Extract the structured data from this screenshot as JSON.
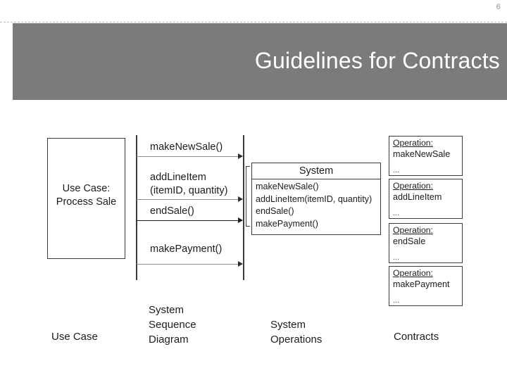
{
  "slide": {
    "number": "6",
    "title": "Guidelines for Contracts",
    "band_color": "#7b7b7b",
    "title_color": "#ffffff",
    "number_color": "#869a8f"
  },
  "figure": {
    "use_case": {
      "label": "Use Case:\nProcess Sale"
    },
    "sequence_diagram": {
      "messages": [
        {
          "label": "makeNewSale()",
          "style": "gray"
        },
        {
          "label": "addLineItem\n(itemID, quantity)",
          "style": "gray"
        },
        {
          "label": "endSale()",
          "style": "dark"
        },
        {
          "label": "makePayment()",
          "style": "gray"
        }
      ]
    },
    "system_box": {
      "name": "System",
      "operations": "makeNewSale()\naddLineItem(itemID, quantity)\nendSale()\nmakePayment()"
    },
    "contracts": [
      {
        "heading": "Operation:",
        "name": "makeNewSale",
        "ellipsis": "..."
      },
      {
        "heading": "Operation:",
        "name": "addLineItem",
        "ellipsis": "..."
      },
      {
        "heading": "Operation:",
        "name": "endSale",
        "ellipsis": "..."
      },
      {
        "heading": "Operation:",
        "name": "makePayment",
        "ellipsis": "..."
      }
    ],
    "captions": {
      "use_case": "Use Case",
      "system_sequence_diagram": "System\nSequence\nDiagram",
      "system_operations": "System\nOperations",
      "contracts": "Contracts"
    }
  }
}
